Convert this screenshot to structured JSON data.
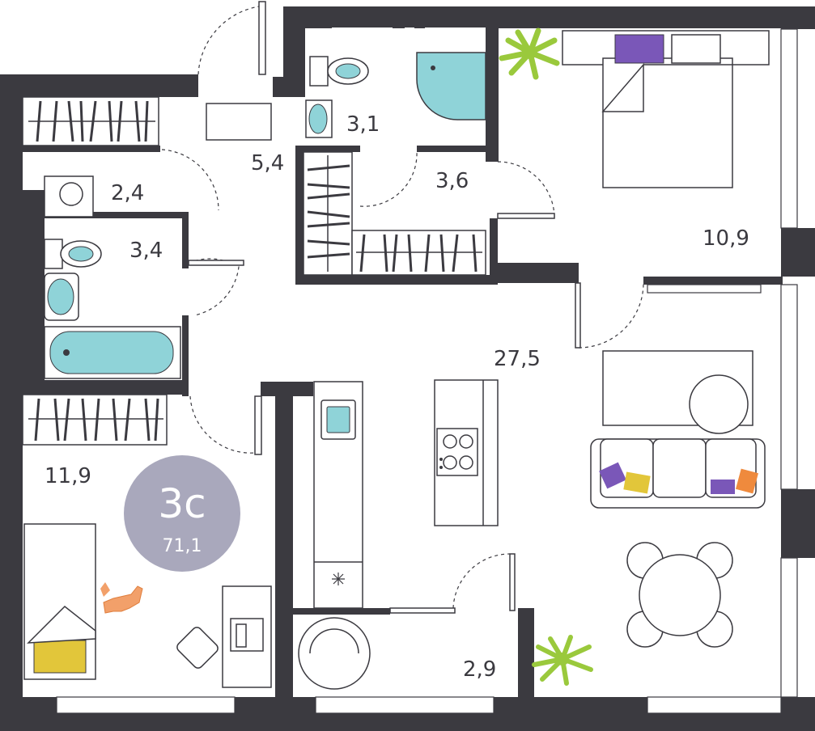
{
  "apartment": {
    "code": "3с",
    "total_area": "71,1",
    "badge_color": "#a9a8bc"
  },
  "colors": {
    "wall": "#3b3a40",
    "water": "#8fd3d8",
    "plant": "#9ac93c",
    "pillow_purple": "#7a57b8",
    "pillow_yellow": "#e2c63a",
    "pillow_orange": "#ef8a3d",
    "cat": "#f2a06a"
  },
  "rooms": [
    {
      "id": "hall",
      "area": "5,4"
    },
    {
      "id": "laundry",
      "area": "2,4"
    },
    {
      "id": "wc",
      "area": "3,1"
    },
    {
      "id": "bathroom",
      "area": "3,4"
    },
    {
      "id": "wardrobe",
      "area": "3,6"
    },
    {
      "id": "bedroom",
      "area": "10,9"
    },
    {
      "id": "living-kitchen",
      "area": "27,5"
    },
    {
      "id": "kids-room",
      "area": "11,9"
    },
    {
      "id": "storage",
      "area": "2,9"
    }
  ],
  "icons": [
    "toilet-icon",
    "sink-icon",
    "shower-icon",
    "bathtub-icon",
    "washing-machine-icon",
    "bed-icon",
    "sofa-icon",
    "table-icon",
    "chair-icon",
    "stove-icon",
    "plant-icon",
    "cat-icon",
    "fridge-icon"
  ]
}
